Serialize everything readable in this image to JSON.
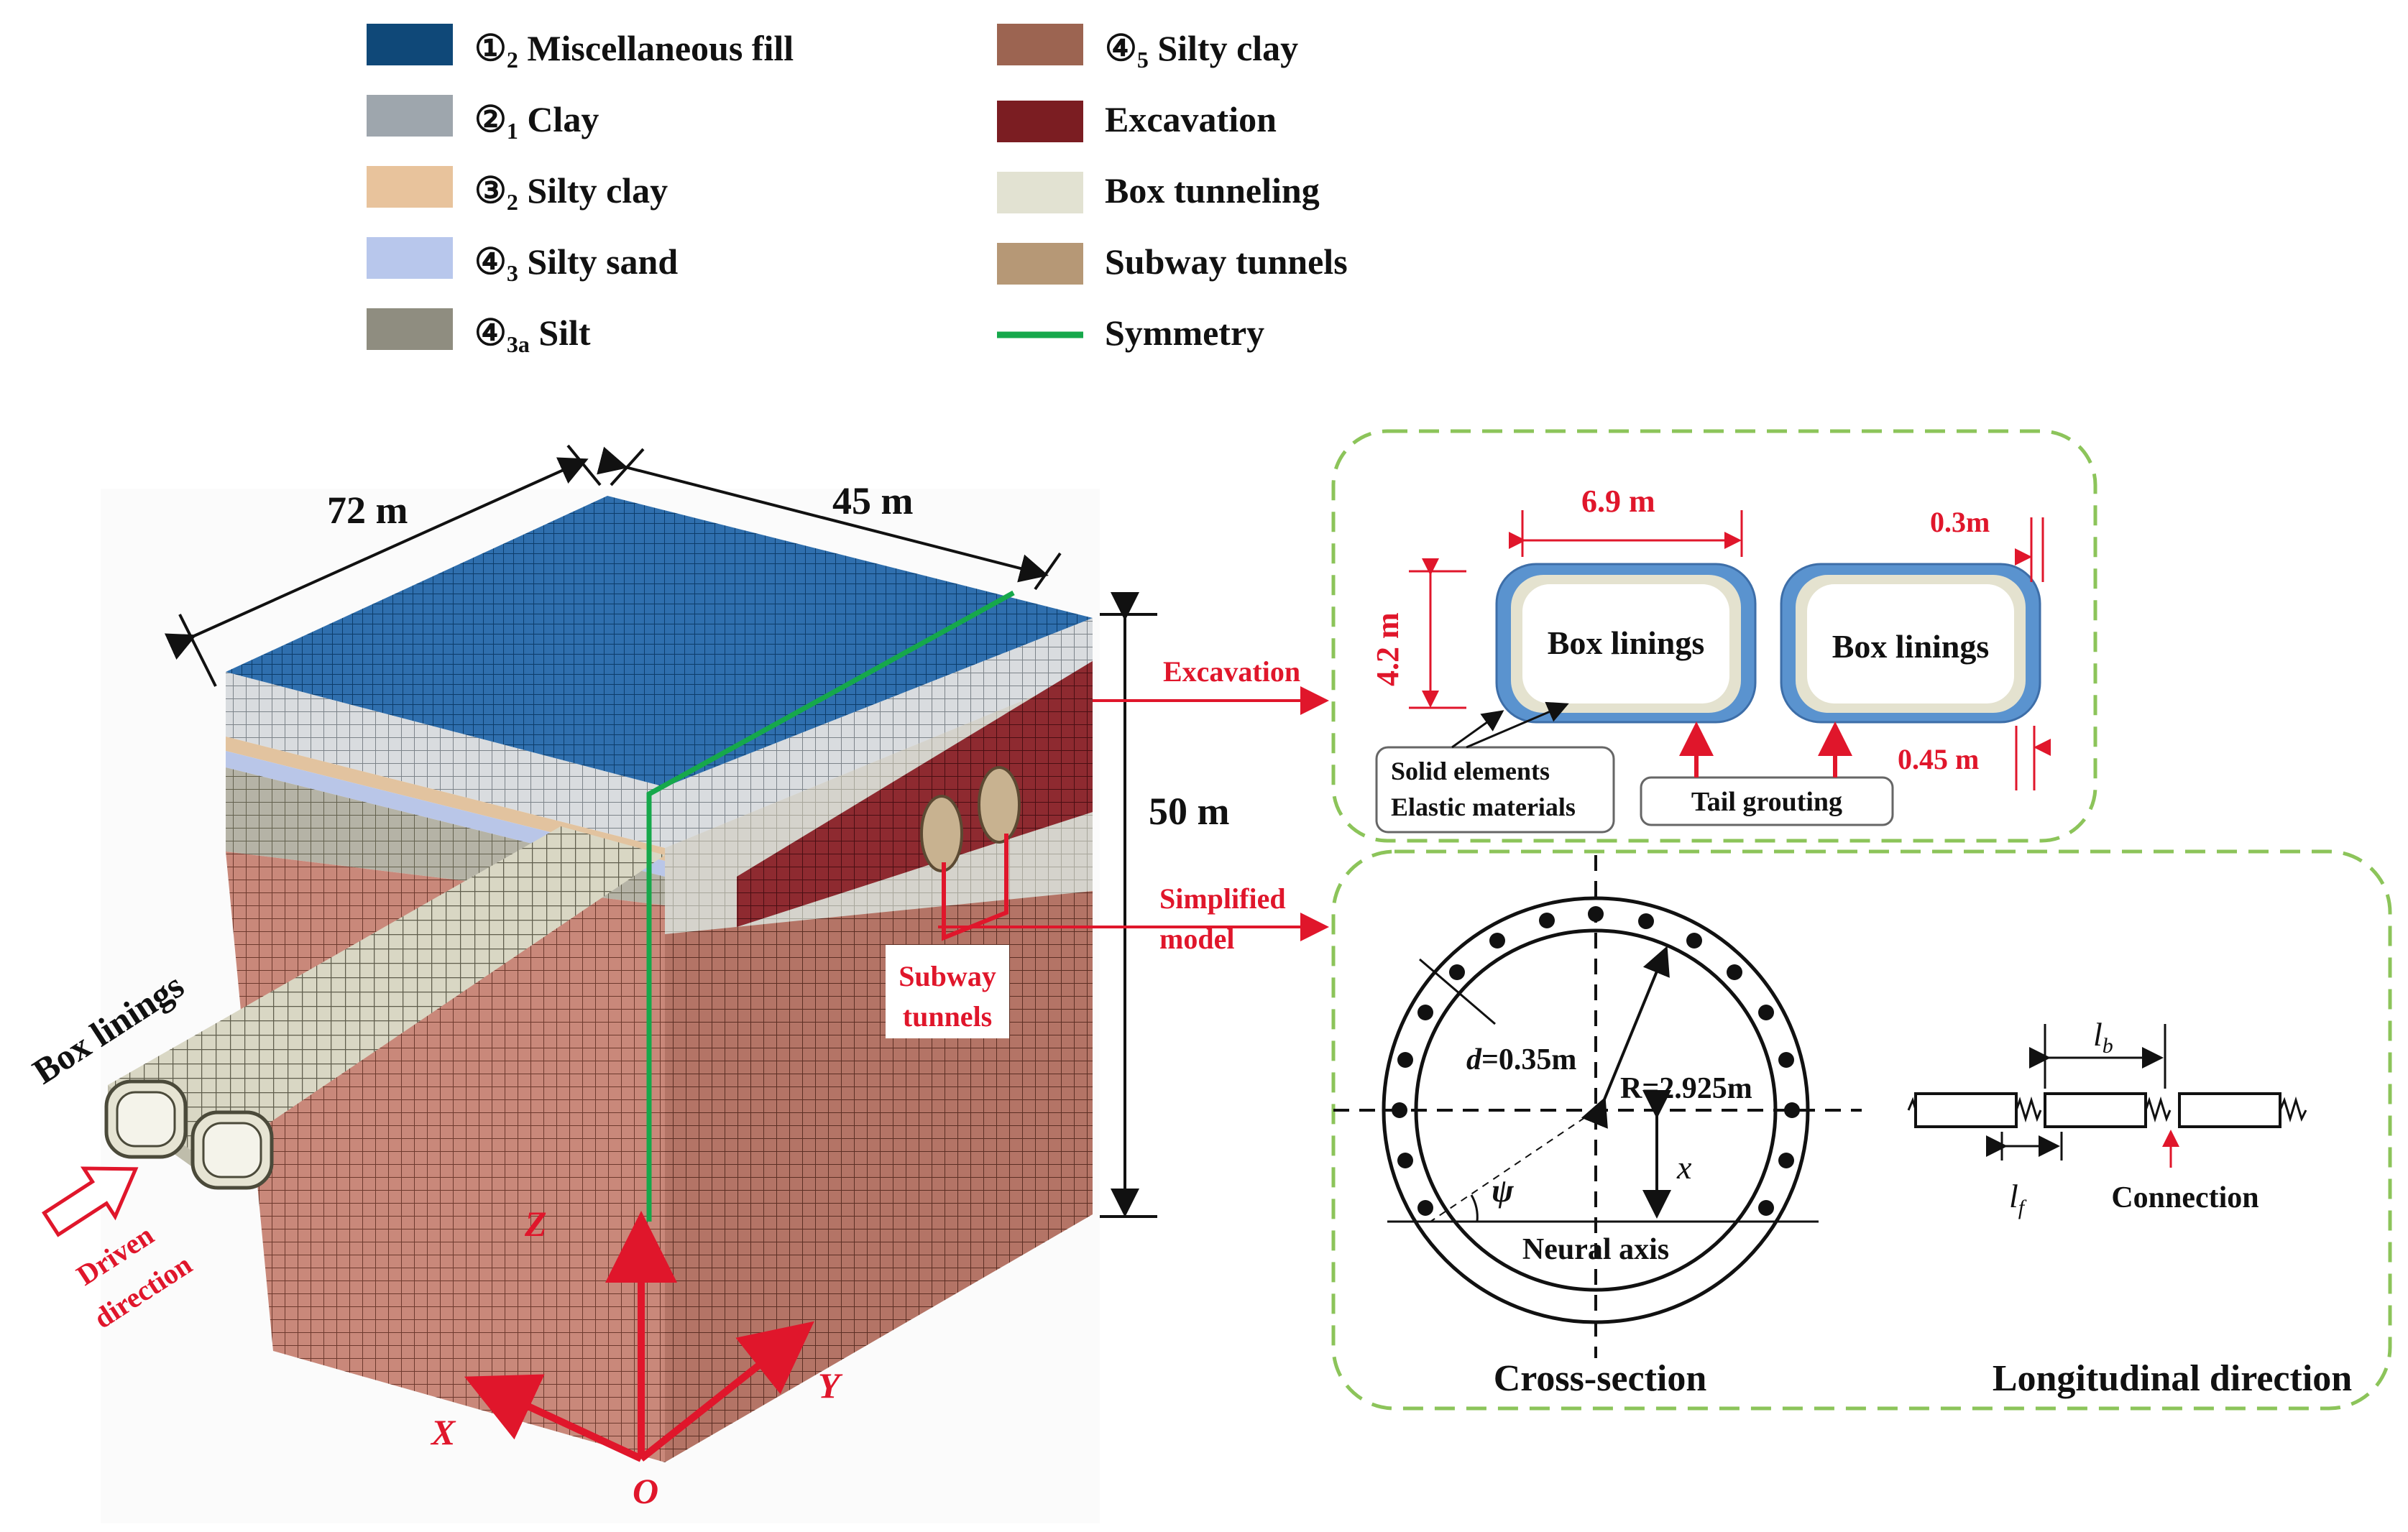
{
  "legend": {
    "items": [
      {
        "circled": "①",
        "sub": "2",
        "text": " Miscellaneous fill",
        "color": "#0f4878"
      },
      {
        "circled": "②",
        "sub": "1",
        "text": " Clay",
        "color": "#9ea6ad"
      },
      {
        "circled": "③",
        "sub": "2",
        "text": " Silty clay",
        "color": "#e8c39c"
      },
      {
        "circled": "④",
        "sub": "3",
        "text": " Silty sand",
        "color": "#b8c7ec"
      },
      {
        "circled": "④",
        "sub": "3a",
        "text": " Silt",
        "color": "#8f8d80"
      },
      {
        "circled": "④",
        "sub": "5",
        "text": " Silty clay",
        "color": "#9c6451"
      },
      {
        "circled": "",
        "sub": "",
        "text": "Excavation",
        "color": "#7b1d22"
      },
      {
        "circled": "",
        "sub": "",
        "text": "Box tunneling",
        "color": "#e2e2d2"
      },
      {
        "circled": "",
        "sub": "",
        "text": "Subway tunnels",
        "color": "#b69876"
      },
      {
        "circled": "",
        "sub": "",
        "text": "Symmetry",
        "color": "#16a84b",
        "is_line": true
      }
    ]
  },
  "model": {
    "dim_72": "72 m",
    "dim_45": "45 m",
    "dim_50": "50 m",
    "box_linings_label": "Box linings",
    "driven_line1": "Driven",
    "driven_line2": "direction",
    "subway_line1": "Subway",
    "subway_line2": "tunnels",
    "axis_z": "Z",
    "axis_x": "X",
    "axis_y": "Y",
    "axis_o": "O",
    "excavation_label": "Excavation",
    "simplified_line1": "Simplified",
    "simplified_line2": "model"
  },
  "box_panel": {
    "dim_width": "6.9 m",
    "dim_height": "4.2 m",
    "dim_top": "0.3m",
    "dim_bottom": "0.45  m",
    "box_left": "Box linings",
    "box_right": "Box linings",
    "solid_line1": "Solid elements",
    "solid_line2": "Elastic materials",
    "tail_grouting": "Tail grouting"
  },
  "tunnel_panel": {
    "d_label_var": "d",
    "d_label_val": "=0.35m",
    "r_label": "R=2.925m",
    "psi": "ψ",
    "x_label": "x",
    "neural_axis": "Neural axis",
    "cross_section": "Cross-section",
    "lb_main": "l",
    "lb_sub": "b",
    "lf_main": "l",
    "lf_sub": "f",
    "connection": "Connection",
    "longitudinal": "Longitudinal direction"
  },
  "colors": {
    "red": "#e0162b",
    "panel_border": "#8cc45a",
    "box_lining_blue": "#5a93cf",
    "box_lining_cream": "#e4e2cf"
  }
}
